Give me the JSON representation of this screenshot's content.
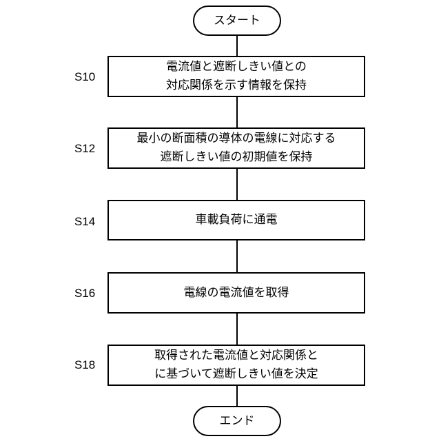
{
  "start": "スタート",
  "end": "エンド",
  "steps": [
    {
      "id": "S10",
      "lines": [
        "電流値と遮断しきい値との",
        "対応関係を示す情報を保持"
      ]
    },
    {
      "id": "S12",
      "lines": [
        "最小の断面積の導体の電線に対応する",
        "遮断しきい値の初期値を保持"
      ]
    },
    {
      "id": "S14",
      "lines": [
        "車載負荷に通電"
      ]
    },
    {
      "id": "S16",
      "lines": [
        "電線の電流値を取得"
      ]
    },
    {
      "id": "S18",
      "lines": [
        "取得された電流値と対応関係と",
        "に基づいて遮断しきい値を決定"
      ]
    }
  ]
}
